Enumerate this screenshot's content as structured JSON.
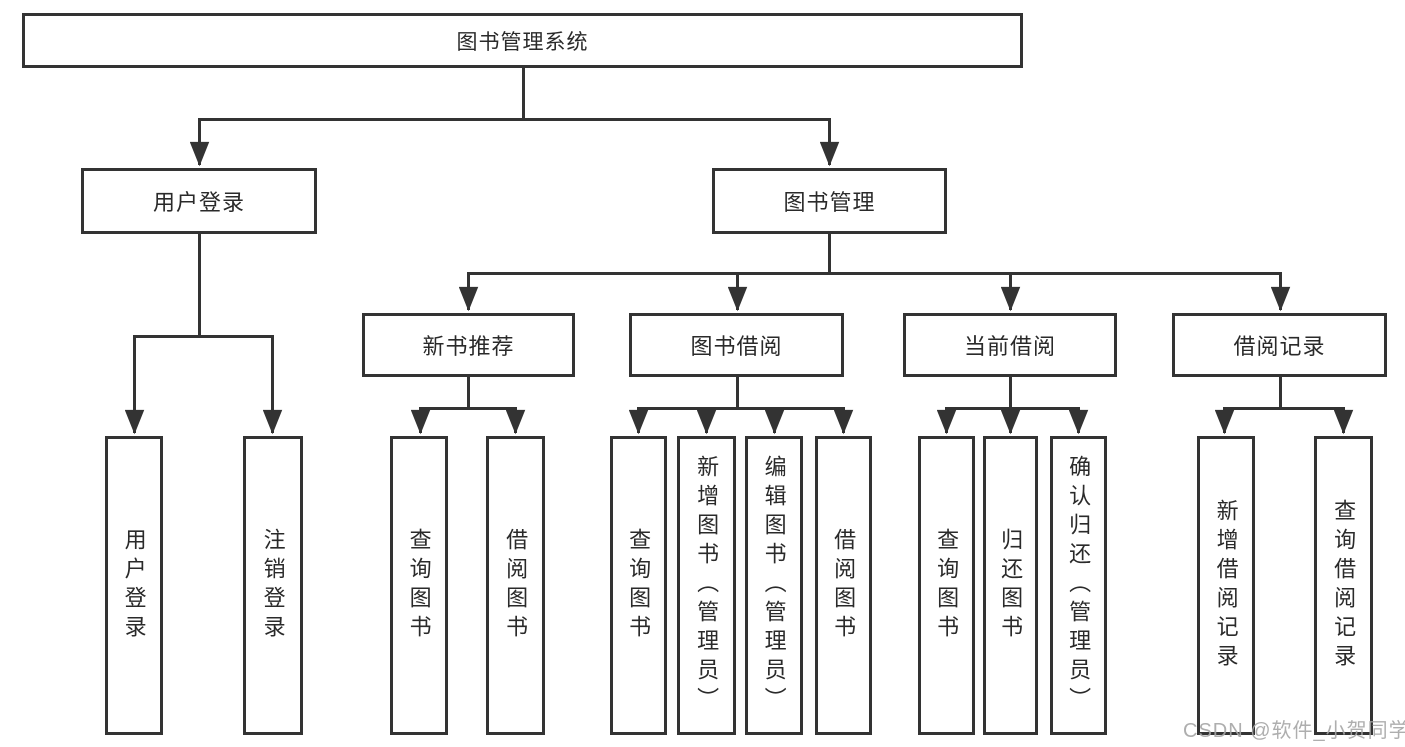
{
  "diagram": {
    "root": {
      "label": "图书管理系统"
    },
    "branches": [
      {
        "label": "用户登录",
        "children": [
          {
            "label": "用户登录"
          },
          {
            "label": "注销登录"
          }
        ]
      },
      {
        "label": "图书管理",
        "children": [
          {
            "label": "新书推荐",
            "children": [
              {
                "label": "查询图书"
              },
              {
                "label": "借阅图书"
              }
            ]
          },
          {
            "label": "图书借阅",
            "children": [
              {
                "label": "查询图书"
              },
              {
                "label": "新增图书（管理员）"
              },
              {
                "label": "编辑图书（管理员）"
              },
              {
                "label": "借阅图书"
              }
            ]
          },
          {
            "label": "当前借阅",
            "children": [
              {
                "label": "查询图书"
              },
              {
                "label": "归还图书"
              },
              {
                "label": "确认归还（管理员）"
              }
            ]
          },
          {
            "label": "借阅记录",
            "children": [
              {
                "label": "新增借阅记录"
              },
              {
                "label": "查询借阅记录"
              }
            ]
          }
        ]
      }
    ]
  },
  "watermark": {
    "text": "CSDN @软件_小贺同学"
  },
  "colors": {
    "line": "#333333",
    "text": "#2a2a2a",
    "background": "#ffffff",
    "watermark": "#a5a5a5"
  }
}
